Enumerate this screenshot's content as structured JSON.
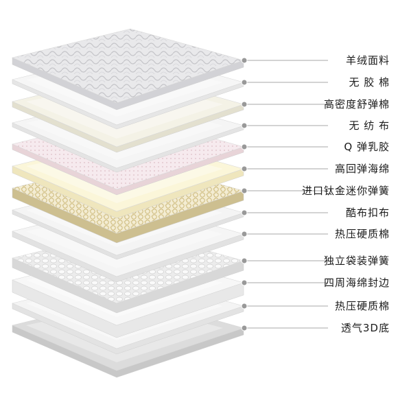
{
  "layers": [
    {
      "label": "羊绒面料",
      "texture": "quilted-fabric",
      "top": "#e8e8ea",
      "edge": "#d2d2d6"
    },
    {
      "label": "无  胶  棉",
      "texture": "plain",
      "top": "#f6f6f6",
      "edge": "#e6e6e6"
    },
    {
      "label": "高密度舒弹棉",
      "texture": "plain",
      "top": "#f4f2e6",
      "edge": "#e3e0cf"
    },
    {
      "label": "无  纺  布",
      "texture": "plain",
      "top": "#f5f5f5",
      "edge": "#e4e4e4"
    },
    {
      "label": "Q 弹乳胶",
      "texture": "dotted-latex",
      "top": "#f5e9ec",
      "edge": "#e8d4d8"
    },
    {
      "label": "高回弹海绵",
      "texture": "plain",
      "top": "#fbf6d9",
      "edge": "#efe6bd"
    },
    {
      "label": "进口钛金迷你弹簧",
      "texture": "gold-springs",
      "top": "#f1ead0",
      "edge": "#cdbf90"
    },
    {
      "label": "酷布扣布",
      "texture": "plain",
      "top": "#f4f4f4",
      "edge": "#e2e2e2"
    },
    {
      "label": "热压硬质棉",
      "texture": "plain",
      "top": "#f5f5f5",
      "edge": "#e2e2e2"
    },
    {
      "label": "独立袋装弹簧",
      "texture": "pocket-springs",
      "top": "#eeeeee",
      "edge": "#d8d8d8"
    },
    {
      "label": "四周海绵封边",
      "texture": "plain",
      "top": "#f7f7f7",
      "edge": "#e8e8e8"
    },
    {
      "label": "热压硬质棉",
      "texture": "plain",
      "top": "#f4f4f4",
      "edge": "#e3e3e3"
    },
    {
      "label": "透气3D底",
      "texture": "plain",
      "top": "#dcdcdc",
      "edge": "#c8c8c8"
    }
  ],
  "colors": {
    "leader_line": "#8a8a8a",
    "leader_dot": "#999999"
  }
}
